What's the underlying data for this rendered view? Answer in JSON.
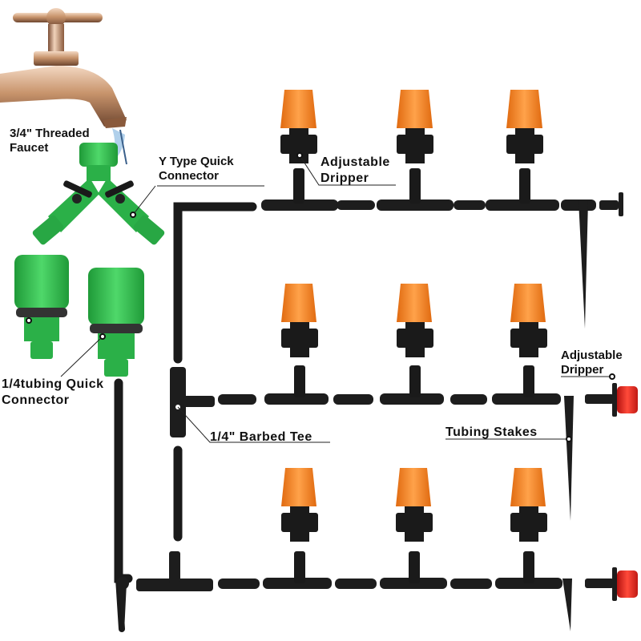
{
  "labels": {
    "faucet": {
      "line1": "3/4\" Threaded",
      "line2": "Faucet"
    },
    "y_connector": {
      "line1": "Y Type Quick",
      "line2": "Connector"
    },
    "dripper_top": {
      "line1": "Adjustable",
      "line2": "Dripper"
    },
    "quick_connector": {
      "line1": "1/4tubing Quick",
      "line2": "Connector"
    },
    "barbed_tee": "1/4\" Barbed Tee",
    "dripper_right": {
      "line1": "Adjustable",
      "line2": "Dripper"
    },
    "tubing_stakes": "Tubing Stakes"
  },
  "colors": {
    "tubing": "#1a1a1a",
    "dripper_cap_orange": "#f07a1e",
    "dripper_cap_red": "#e0231d",
    "connector_green": "#2fb34a",
    "faucet_brass": "#c89a76"
  },
  "rows": [
    {
      "name": "top-row",
      "drippers": 3,
      "end_fitting": "end-plug"
    },
    {
      "name": "middle-row",
      "drippers": 3,
      "end_fitting": "red-dripper"
    },
    {
      "name": "bottom-row",
      "drippers": 3,
      "end_fitting": "red-dripper"
    }
  ]
}
